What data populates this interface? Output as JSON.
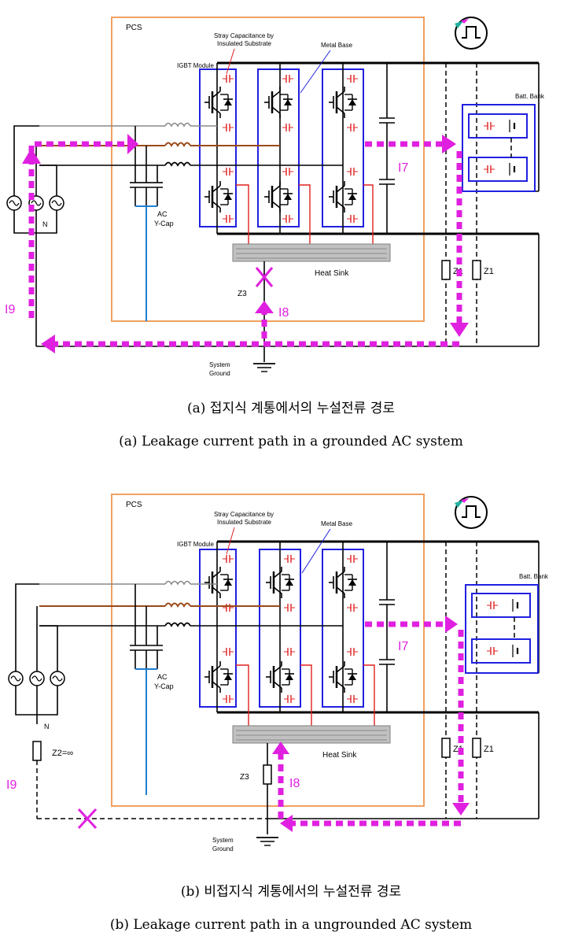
{
  "panels": [
    {
      "pcs": "PCS",
      "stray_capacitance": [
        "Stray Capacitance by",
        "Insulated Substrate"
      ],
      "metal_base": "Metal Base",
      "igbt_module": "IGBT Module",
      "batt_bank": "Batt. Bank",
      "ac_ycap": [
        "AC",
        "Y-Cap"
      ],
      "neutral": "N",
      "heat_sink": "Heat Sink",
      "z1_a": "Z1",
      "z1_b": "Z1",
      "z2": "",
      "z3": "Z3",
      "system_ground": [
        "System",
        "Ground"
      ],
      "i7": "I7",
      "i8": "I8",
      "i9": "I9",
      "caption_korean": "(a) 접지식 계통에서의 누설전류 경로",
      "caption_english": "(a) Leakage current path in a grounded AC system"
    },
    {
      "pcs": "PCS",
      "stray_capacitance": [
        "Stray Capacitance by",
        "Insulated Substrate"
      ],
      "metal_base": "Metal Base",
      "igbt_module": "IGBT Module",
      "batt_bank": "Batt. Bank",
      "ac_ycap": [
        "AC",
        "Y-Cap"
      ],
      "neutral": "N",
      "heat_sink": "Heat Sink",
      "z1_a": "Z1",
      "z1_b": "Z1",
      "z2": "Z2=∞",
      "z3": "Z3",
      "system_ground": [
        "System",
        "Ground"
      ],
      "i7": "I7",
      "i8": "I8",
      "i9": "I9",
      "caption_korean": "(b) 비접지식 계통에서의 누설전류 경로",
      "caption_english": "(b) Leakage current path in a ungrounded AC system"
    }
  ],
  "colors": {
    "leakage_path": "#e020e0",
    "pcs_border": "#f0a060",
    "module_border": "#2020e0",
    "phase_brown": "#9a4a1a",
    "ycap_ground": "#1f7fd0",
    "stray_cap": "#e02020"
  }
}
